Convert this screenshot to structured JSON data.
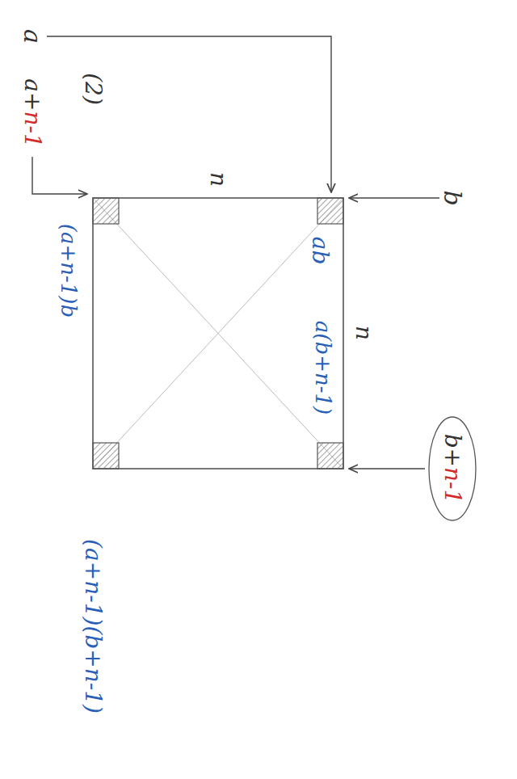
{
  "diagram": {
    "labels": [
      "(2)",
      "a",
      "a+n-1",
      "b",
      "b+n-1",
      "n",
      "n",
      "ab",
      "a(b+n-1)",
      "(a+n-1)b",
      "(a+n-1)(b+n-1)"
    ]
  }
}
